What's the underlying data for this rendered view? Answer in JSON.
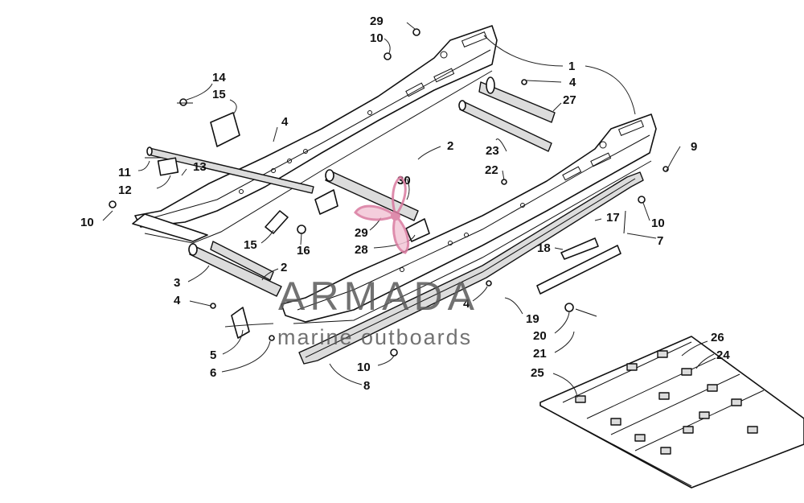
{
  "watermark": {
    "brand": "ARMADA",
    "tagline": "marine outboards",
    "accent_color": "#d9789e",
    "text_color": "#5a5a5a",
    "icon": "propeller-logo-icon"
  },
  "callouts": [
    "29",
    "10",
    "1",
    "4",
    "27",
    "14",
    "15",
    "4",
    "2",
    "23",
    "9",
    "11",
    "13",
    "12",
    "22",
    "30",
    "10",
    "17",
    "10",
    "7",
    "29",
    "28",
    "18",
    "15",
    "16",
    "2",
    "3",
    "4",
    "4",
    "19",
    "5",
    "20",
    "6",
    "21",
    "10",
    "26",
    "24",
    "25",
    "8"
  ]
}
